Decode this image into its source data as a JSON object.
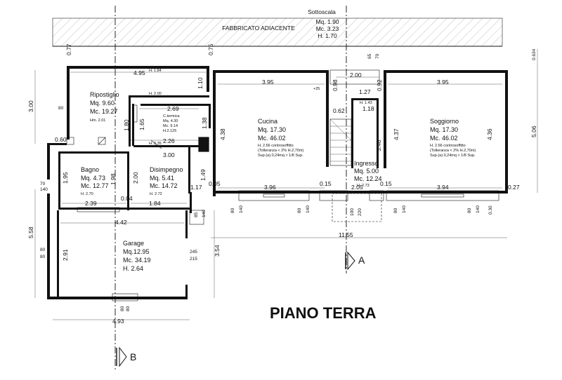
{
  "title": "PIANO TERRA",
  "adjacent_building": "FABBRICATO ADIACENTE",
  "section_markers": {
    "a": "A",
    "b": "B"
  },
  "sottoscala": {
    "name": "Sottoscala",
    "mq": "Mq. 1.90",
    "mc": "Mc. 3.23",
    "h": "H. 1.70"
  },
  "rooms": {
    "ripostiglio": {
      "name": "Ripostiglio",
      "mq": "Mq. 9.60",
      "mc": "Mc. 19.27",
      "h": "Hm. 2.01"
    },
    "ctermica": {
      "name": "C.termica",
      "mq": "Mq. 4.30",
      "mc": "Mc. 9.14",
      "h": "H.2.125"
    },
    "bagno": {
      "name": "Bagno",
      "mq": "Mq. 4.73",
      "mc": "Mc. 12.77",
      "h": "H. 2.70"
    },
    "disimpegno": {
      "name": "Disimpegno",
      "mq": "Mq. 5.41",
      "mc": "Mc. 14.72",
      "h": "H. 2.72"
    },
    "cucina": {
      "name": "Cucina",
      "mq": "Mq. 17.30",
      "mc": "Mc. 46.02",
      "h": "H. 2.66 controsoffitto",
      "note1": "(Tolleranza < 2% H.2,70m)",
      "note2": "Sup.(a).0,24mq > 1/8 Sup."
    },
    "soggiorno": {
      "name": "Soggiorno",
      "mq": "Mq. 17.30",
      "mc": "Mc. 46.02",
      "h": "H. 2.66 controsoffitto",
      "note1": "(Tolleranza < 2% H.2,70m)",
      "note2": "Sup.(a).0,24mq > 1/8 Sup."
    },
    "ingresso": {
      "name": "Ingresso",
      "mq": "Mq. 5.00",
      "mc": "Mc. 12.24",
      "h": "H. 2.73"
    },
    "garage": {
      "name": "Garage",
      "mq": "Mq.12.95",
      "mc": "Mc. 34.19",
      "h": "H.  2.64"
    }
  },
  "heights": {
    "h184": "H. 1.84",
    "h200": "H. 2.00",
    "h235": "H. 2.35",
    "h143": "H. 1.43",
    "plus25": "+25"
  },
  "dims": {
    "d077": "0.77",
    "d075": "0.75",
    "d065": "65",
    "d070": "70",
    "d0634": "0.634",
    "d300": "3.00",
    "d506": "5.06",
    "d558": "5.58",
    "d495": "4.95",
    "d110": "1.10",
    "d269": "2.69",
    "d138": "1.38",
    "d180": "1.80",
    "d165": "1.65",
    "d226": "2.26",
    "d080": "80",
    "d060": "0.60",
    "d395a": "3.95",
    "d395b": "3.95",
    "d438": "4.38",
    "d437": "4.37",
    "d436": "4.36",
    "d200a": "2.00",
    "d092": "0.92",
    "d098": "0.98",
    "d127": "1.27",
    "d118": "1.18",
    "d062": "0.62",
    "d348": "3.48",
    "d195": "1.95",
    "d198": "1.98",
    "d200b": "2.00",
    "d300b": "3.00",
    "d149": "1.49",
    "d117": "1.17",
    "d005": "0.05",
    "d396": "3.96",
    "d015a": "0.15",
    "d205": "2.05",
    "d015b": "0.15",
    "d394": "3.94",
    "d027": "0.27",
    "d239": "2.39",
    "d004": "0.04",
    "d184": "1.84",
    "d70": "70",
    "d140a": "140",
    "d442": "4.42",
    "d291": "2.91",
    "d80a": "80",
    "d80b": "80",
    "d245": "245",
    "d215": "215",
    "d354": "3.54",
    "d1155": "11.55",
    "d493": "4.93",
    "d85": "85",
    "d140b": "140",
    "d80c": "80",
    "d140c": "140",
    "d80d": "80",
    "d140d": "140",
    "d100": "100",
    "d220": "220",
    "d80e": "80",
    "d140e": "140",
    "d80f": "80",
    "d140f": "140",
    "d030": "0.30",
    "d80g": "80",
    "d80h": "80"
  }
}
